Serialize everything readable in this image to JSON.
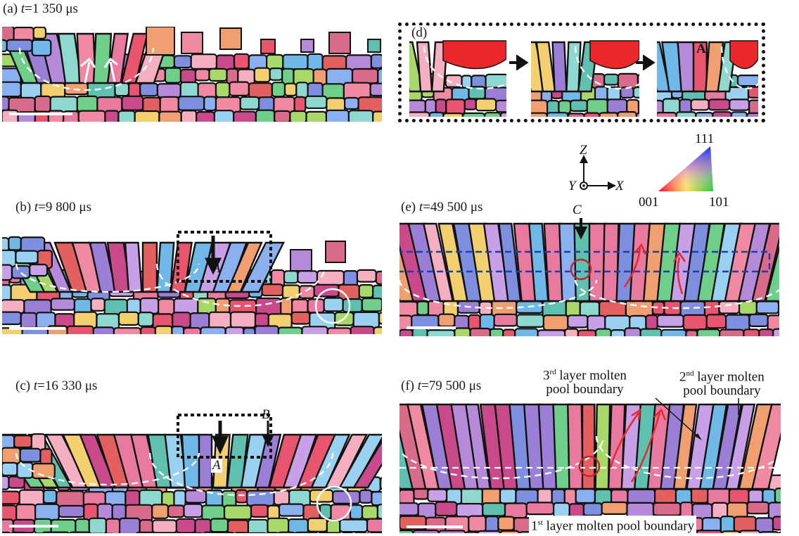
{
  "panels": {
    "a": {
      "letter": "(a) ",
      "t": "t",
      "time": "=1 350 μs"
    },
    "b": {
      "letter": "(b) ",
      "t": "t",
      "time": "=9 800 μs"
    },
    "c": {
      "letter": "(c) ",
      "t": "t",
      "time": "=16 330 μs"
    },
    "d": {
      "letter": "(d)"
    },
    "e": {
      "letter": "(e) ",
      "t": "t",
      "time": "=49 500 μs"
    },
    "f": {
      "letter": "(f) ",
      "t": "t",
      "time": "=79 500 μs"
    }
  },
  "markers": {
    "A": "A",
    "B": "B",
    "C": "C"
  },
  "axes": {
    "z": "Z",
    "y": "Y",
    "x": "X"
  },
  "triangle": {
    "top": "111",
    "left": "001",
    "right": "101"
  },
  "annotations": {
    "third_prefix": "3",
    "third_sup": "rd",
    "third_line1": " layer molten",
    "third_line2": "pool boundary",
    "second_prefix": "2",
    "second_sup": "nd",
    "second_line1": " layer molten",
    "second_line2": "pool boundary",
    "first_prefix": "1",
    "first_sup": "st",
    "first_line": " layer molten pool boundary"
  },
  "colors": {
    "molten_pool": "#e8282a",
    "boundary_dash": "#ffffff",
    "arrow_red": "#e8282a",
    "box_blue": "#1f3fa8",
    "circle_red": "#c0262a"
  }
}
